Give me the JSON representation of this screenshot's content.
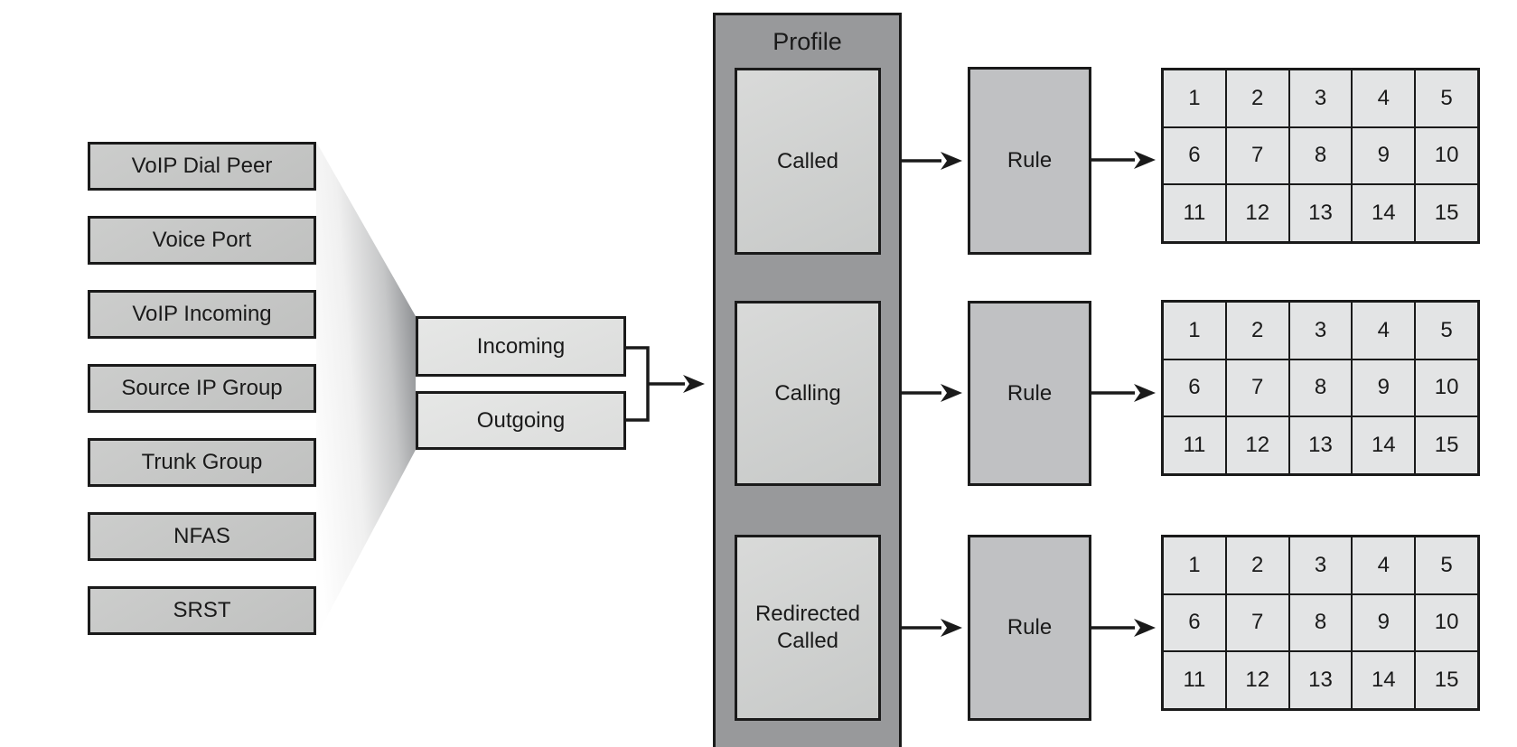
{
  "colors": {
    "source_box_fill": "#c5c6c5",
    "direction_box_fill": "#e2e2e2",
    "profile_container_fill": "#98999b",
    "profile_inner_fill": "#cecfce",
    "rule_box_fill": "#c0c1c3",
    "grid_cell_fill": "#e3e4e5",
    "border": "#1a1a1a",
    "funnel_dark": "#8f9194"
  },
  "sources": {
    "items": [
      "VoIP Dial Peer",
      "Voice Port",
      "VoIP Incoming",
      "Source IP Group",
      "Trunk Group",
      "NFAS",
      "SRST"
    ]
  },
  "directions": {
    "incoming": "Incoming",
    "outgoing": "Outgoing"
  },
  "profile": {
    "title": "Profile",
    "types": [
      "Called",
      "Calling",
      "Redirected Called"
    ]
  },
  "labels": {
    "rule": "Rule"
  },
  "grid": {
    "cells": [
      "1",
      "2",
      "3",
      "4",
      "5",
      "6",
      "7",
      "8",
      "9",
      "10",
      "11",
      "12",
      "13",
      "14",
      "15"
    ]
  }
}
